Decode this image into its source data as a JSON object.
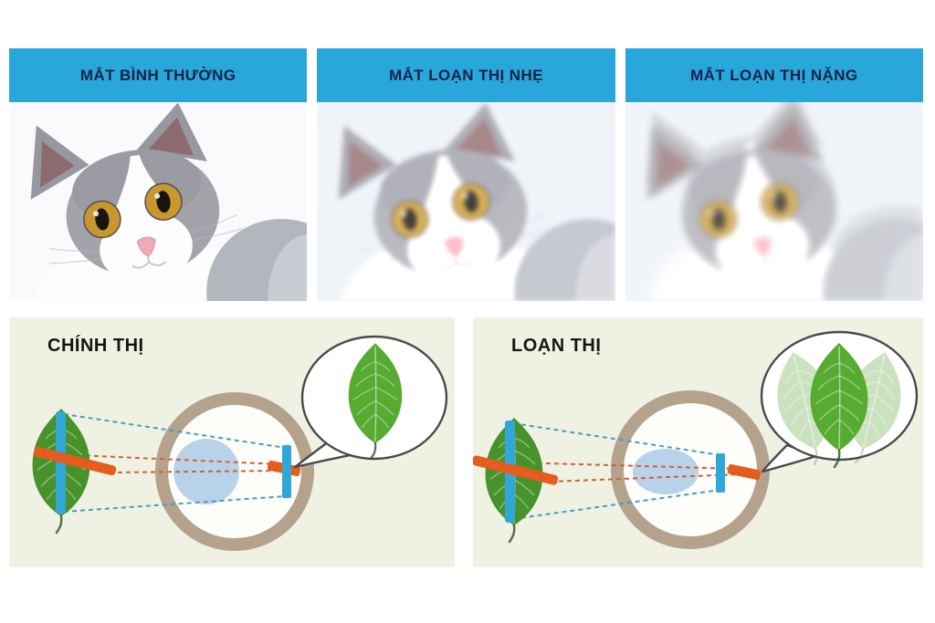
{
  "infographic": {
    "topic": "astigmatism-vision-comparison",
    "language": "vi"
  },
  "comparison_row": {
    "header_bg": "#2aa7da",
    "header_text_color": "#15224a",
    "panels": [
      {
        "label": "MẮT BÌNH THƯỜNG",
        "vision": "clear"
      },
      {
        "label": "MẮT LOẠN THỊ NHẸ",
        "vision": "slightly-blurred"
      },
      {
        "label": "MẮT LOẠN THỊ NẶNG",
        "vision": "heavily-blurred-double-image"
      }
    ]
  },
  "diagram_row": {
    "panel_bg": "#eff2e3",
    "panels": [
      {
        "label": "CHÍNH THỊ",
        "focus": "rays-converge-on-retina",
        "perceived": "single-clear-leaf"
      },
      {
        "label": "LOẠN THỊ",
        "focus": "rays-converge-at-two-points",
        "perceived": "triple-ghosted-leaf"
      }
    ]
  },
  "palette": {
    "eye_ring": "#b4a28c",
    "lens_blue": "#b8d2ea",
    "focal_bar_blue": "#2fa8d8",
    "focal_bar_orange": "#e65c1e",
    "ray_blue": "#4a9cc2",
    "ray_orange": "#cf6038",
    "leaf_green": "#55a233"
  }
}
